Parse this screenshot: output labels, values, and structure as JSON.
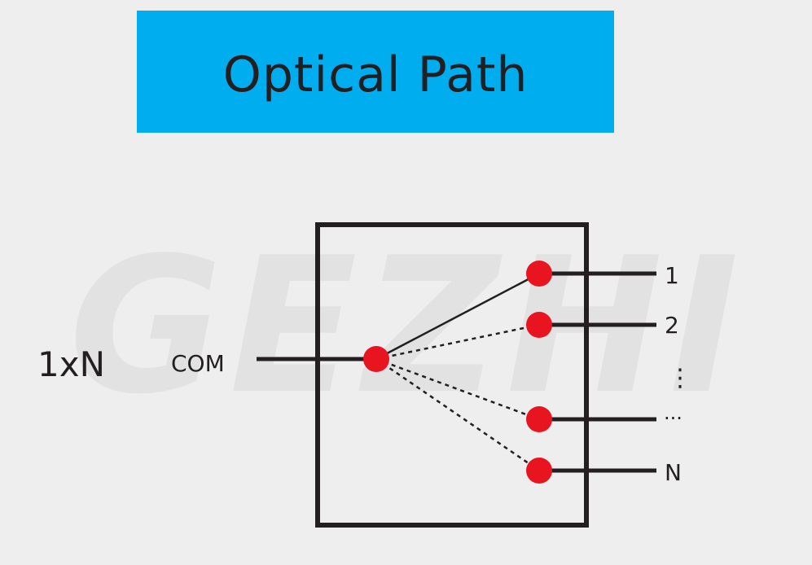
{
  "title": "Optical Path",
  "watermark_text": "GEZHI",
  "labels": {
    "config": "1xN",
    "common_port": "COM",
    "output_1": "1",
    "output_2": "2",
    "vertical_ellipsis": "⋮",
    "horizontal_ellipsis": "···",
    "output_n": "N"
  },
  "colors": {
    "banner": "#00aeef",
    "port_dot": "#e8141f",
    "line": "#231f20",
    "background": "#eeeeee",
    "watermark": "#e2e2e2"
  }
}
